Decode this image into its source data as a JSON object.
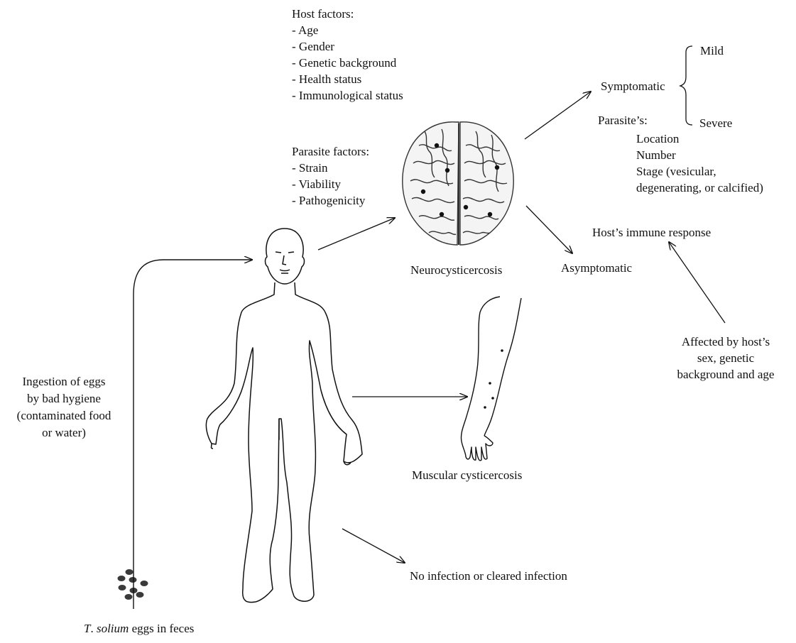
{
  "host_factors": {
    "title": "Host factors:",
    "items": [
      "- Age",
      "- Gender",
      "- Genetic background",
      "- Health status",
      "- Immunological status"
    ]
  },
  "parasite_factors": {
    "title": "Parasite factors:",
    "items": [
      "- Strain",
      "- Viability",
      "- Pathogenicity"
    ]
  },
  "neurocysticercosis": "Neurocysticercosis",
  "symptomatic": "Symptomatic",
  "mild": "Mild",
  "severe": "Severe",
  "parasites": {
    "title": "Parasite’s:",
    "items": [
      "Location",
      "Number",
      "Stage (vesicular,",
      "degenerating, or calcified)"
    ]
  },
  "host_immune_response": "Host’s immune response",
  "asymptomatic": "Asymptomatic",
  "affected_by": [
    "Affected by host’s",
    "sex, genetic",
    "background and age"
  ],
  "ingestion": [
    "Ingestion of eggs",
    "by bad hygiene",
    "(contaminated food",
    "or water)"
  ],
  "muscular": "Muscular cysticercosis",
  "no_infection": "No infection or cleared infection",
  "eggs": {
    "italic": "T",
    "rest_italic": "solium",
    "suffix": " eggs in feces",
    "dot": ". "
  }
}
